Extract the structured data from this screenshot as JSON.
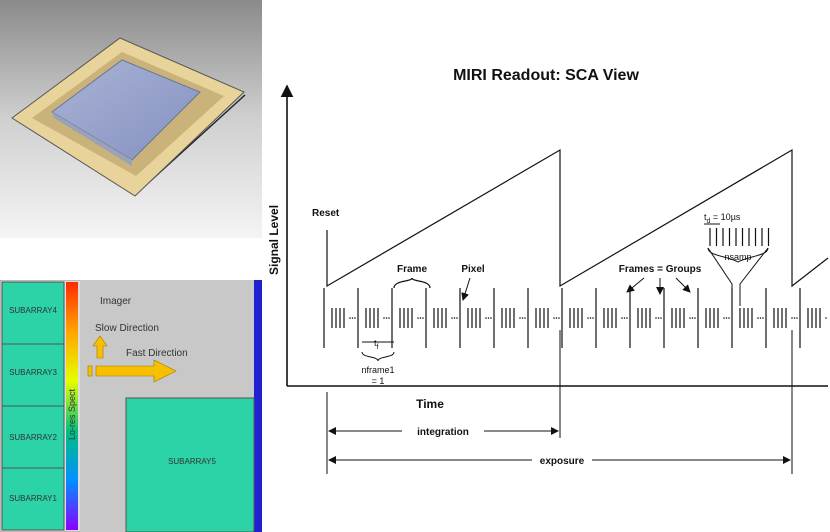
{
  "chip_photo": {
    "icon": "detector-chip-photo"
  },
  "layout": {
    "subarrays_left": [
      "SUBARRAY4",
      "SUBARRAY3",
      "SUBARRAY2",
      "SUBARRAY1"
    ],
    "subarray5": "SUBARRAY5",
    "imager": "Imager",
    "slow_direction": "Slow Direction",
    "fast_direction": "Fast Direction",
    "lores": "Lo-res Spect",
    "colors": {
      "subarray": "#2bd3a6",
      "imager": "#c8c8c8",
      "arrow": "#f6c000"
    }
  },
  "timing": {
    "title": "MIRI Readout: SCA View",
    "y_axis_label": "Signal Level",
    "x_axis_label": "Time",
    "reset": "Reset",
    "frame": "Frame",
    "pixel": "Pixel",
    "frames_groups": "Frames = Groups",
    "td": "t",
    "td_sub": "d",
    "td_value": " = 10µs",
    "tf": "t",
    "tf_sub": "f",
    "nframe_line1": "nframe1",
    "nframe_line2": "= 1",
    "nsamp": "nsamp",
    "integration": "integration",
    "exposure": "exposure"
  }
}
